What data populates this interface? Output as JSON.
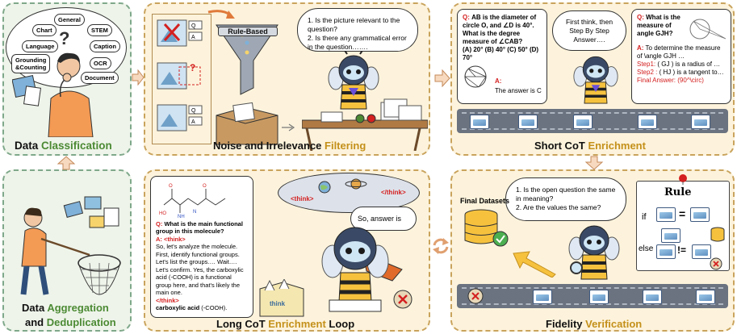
{
  "classification": {
    "title_prefix": "Data ",
    "title_highlight": "Classification",
    "categories": [
      "General",
      "Chart",
      "STEM",
      "Language",
      "Caption",
      "Grounding\n&Counting",
      "OCR",
      "Document"
    ],
    "question_mark": "?"
  },
  "aggregation": {
    "title_line1_prefix": "Data ",
    "title_line1_highlight": "Aggregation",
    "title_line2_prefix": "and ",
    "title_line2_highlight": "Deduplication"
  },
  "filtering": {
    "title_prefix": "Noise and Irrelevance ",
    "title_highlight": "Filtering",
    "funnel_label": "Rule-Based",
    "question_mark": "?",
    "questions": [
      "1. Is the picture relevant to the question?",
      "2. Is there any grammatical error in the question……."
    ]
  },
  "short_cot": {
    "title_prefix": "Short CoT ",
    "title_highlight": "Enrichment",
    "q_label": "Q:",
    "q_text": "AB is the diameter of circle O, and ∠D is 40°. What is the degree measure of ∠CAB?",
    "options": "(A) 20° (B) 40° (C) 50° (D) 70°",
    "a_label": "A:",
    "a_text": "The answer is C",
    "think_bubble": "First think, then Step By Step Answer….",
    "q2_label": "Q:",
    "q2_text": "What is the measure of angle GJH?",
    "a2_label": "A:",
    "a2_text": "To determine the measure of \\angle GJH …",
    "step1_label": "Step1:",
    "step1_text": "( GJ ) is a radius of …",
    "step2_label": "Step2 :",
    "step2_text": "( HJ ) is a tangent to…",
    "final_label": "Final Answer:",
    "final_text": "(90^\\circ)"
  },
  "long_cot": {
    "title_prefix": "Long CoT ",
    "title_highlight": "Enrichment",
    "title_suffix": " Loop",
    "q_label": "Q:",
    "q_text": "What is the main functional group in this molecule?",
    "a_label": "A:",
    "think_open": "<think>",
    "body": "So, let's analyze the molecule. First, identify functional groups. Let's list the groups.… Wait…. Let's confirm. Yes, the carboxylic acid (-COOH) is a functional group here, and that's likely the main one.",
    "think_close": "</think>",
    "answer_bold": "carboxylic acid",
    "answer_rest": " (-COOH).",
    "cloud_think_open": "<think>",
    "cloud_think_close": "</think>",
    "speech": "So, answer is",
    "box_label": "think"
  },
  "fidelity": {
    "title_prefix": "Fidelity ",
    "title_highlight": "Verification",
    "questions": [
      "1. Is the open question the same in meaning?",
      "2. Are the values the same?"
    ],
    "final_datasets": "Final Datasets",
    "rule_title": "Rule",
    "if_label": "if",
    "else_label": "else",
    "eq": "=",
    "neq": "!="
  },
  "colors": {
    "green_panel": "#eef4ea",
    "cream_panel": "#fdf3dc",
    "highlight_green": "#4c8a34",
    "highlight_gold": "#c4901a",
    "red": "#d42020"
  }
}
